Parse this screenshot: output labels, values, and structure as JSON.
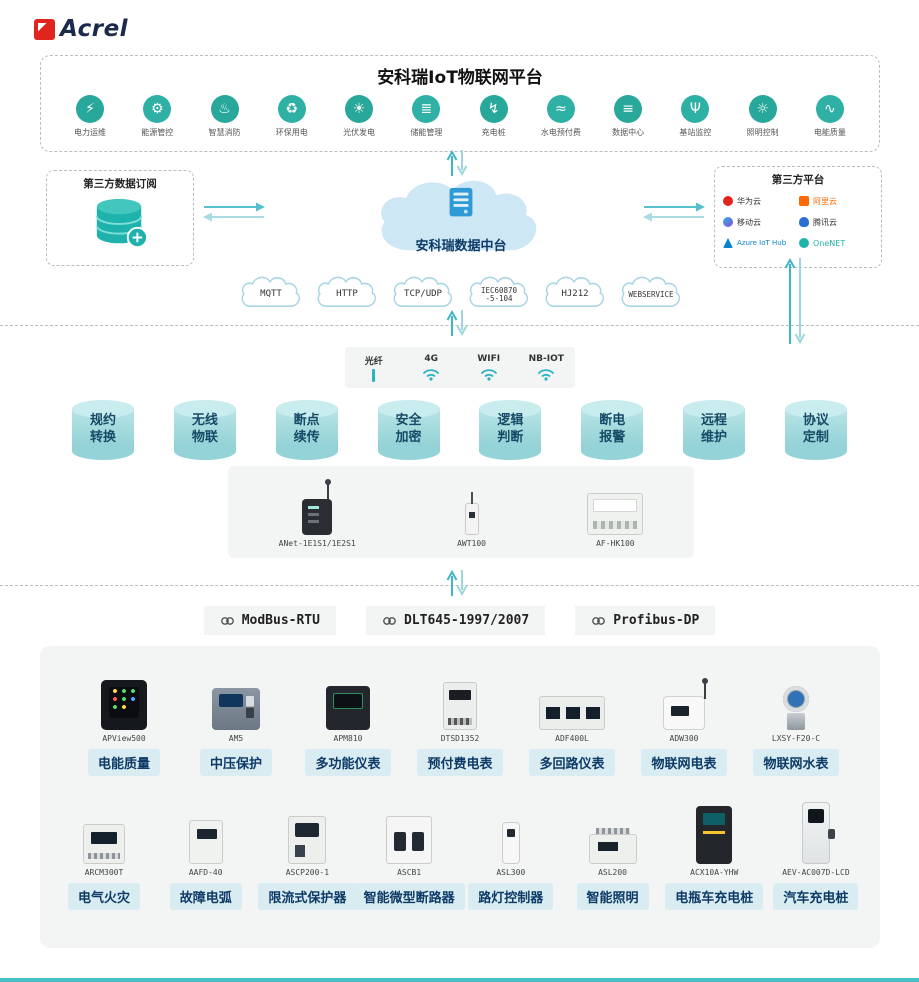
{
  "colors": {
    "accent": "#2fb0a5",
    "arrow": "#57c0cf",
    "chip_bg": "#d8ecf1",
    "chip_text": "#0d3a66",
    "box_bg": "#f3f5f4",
    "logo_red": "#e0251f",
    "navy": "#1b2a4a"
  },
  "brand": {
    "name": "Acrel"
  },
  "platform": {
    "title": "安科瑞IoT物联网平台",
    "apps": [
      {
        "label": "电力运维",
        "glyph": "⚡"
      },
      {
        "label": "能源管控",
        "glyph": "⚙"
      },
      {
        "label": "智慧消防",
        "glyph": "♨"
      },
      {
        "label": "环保用电",
        "glyph": "♻"
      },
      {
        "label": "光伏发电",
        "glyph": "☀"
      },
      {
        "label": "储能管理",
        "glyph": "≣"
      },
      {
        "label": "充电桩",
        "glyph": "↯"
      },
      {
        "label": "水电预付费",
        "glyph": "≈"
      },
      {
        "label": "数据中心",
        "glyph": "≡"
      },
      {
        "label": "基站监控",
        "glyph": "Ψ"
      },
      {
        "label": "照明控制",
        "glyph": "☼"
      },
      {
        "label": "电能质量",
        "glyph": "∿"
      }
    ]
  },
  "middle": {
    "left_box_title": "第三方数据订阅",
    "cloud_label": "安科瑞数据中台",
    "right_box_title": "第三方平台",
    "partners": [
      {
        "label": "华为云"
      },
      {
        "label": "阿里云"
      },
      {
        "label": "移动云"
      },
      {
        "label": "腾讯云"
      },
      {
        "label": "Azure IoT Hub"
      },
      {
        "label": "OneNET"
      }
    ],
    "protocols": [
      {
        "line1": "MQTT",
        "line2": ""
      },
      {
        "line1": "HTTP",
        "line2": ""
      },
      {
        "line1": "TCP/UDP",
        "line2": ""
      },
      {
        "line1": "IEC60870",
        "line2": "-5-104"
      },
      {
        "line1": "HJ212",
        "line2": ""
      },
      {
        "line1": "WEBSERVICE",
        "line2": ""
      }
    ]
  },
  "network": {
    "items": [
      "光纤",
      "4G",
      "WIFI",
      "NB-IOT"
    ]
  },
  "capabilities": [
    {
      "line1": "规约",
      "line2": "转换"
    },
    {
      "line1": "无线",
      "line2": "物联"
    },
    {
      "line1": "断点",
      "line2": "续传"
    },
    {
      "line1": "安全",
      "line2": "加密"
    },
    {
      "line1": "逻辑",
      "line2": "判断"
    },
    {
      "line1": "断电",
      "line2": "报警"
    },
    {
      "line1": "远程",
      "line2": "维护"
    },
    {
      "line1": "协议",
      "line2": "定制"
    }
  ],
  "gateways": [
    {
      "model": "ANet-1E1S1/1E2S1"
    },
    {
      "model": "AWT100"
    },
    {
      "model": "AF-HK100"
    }
  ],
  "bus_protocols": [
    {
      "label": "ModBus-RTU"
    },
    {
      "label": "DLT645-1997/2007"
    },
    {
      "label": "Profibus-DP"
    }
  ],
  "devices": {
    "row1": [
      {
        "model": "APView500",
        "label": "电能质量"
      },
      {
        "model": "AM5",
        "label": "中压保护"
      },
      {
        "model": "APM810",
        "label": "多功能仪表"
      },
      {
        "model": "DTSD1352",
        "label": "预付费电表"
      },
      {
        "model": "ADF400L",
        "label": "多回路仪表"
      },
      {
        "model": "ADW300",
        "label": "物联网电表"
      },
      {
        "model": "LXSY-F20-C",
        "label": "物联网水表"
      }
    ],
    "row2": [
      {
        "model": "ARCM300T",
        "label": "电气火灾"
      },
      {
        "model": "AAFD-40",
        "label": "故障电弧"
      },
      {
        "model": "ASCP200-1",
        "label": "限流式保护器"
      },
      {
        "model": "ASCB1",
        "label": "智能微型断路器"
      },
      {
        "model": "ASL300",
        "label": "路灯控制器"
      },
      {
        "model": "ASL200",
        "label": "智能照明"
      },
      {
        "model": "ACX10A-YHW",
        "label": "电瓶车充电桩"
      },
      {
        "model": "AEV-AC007D-LCD",
        "label": "汽车充电桩"
      }
    ]
  }
}
